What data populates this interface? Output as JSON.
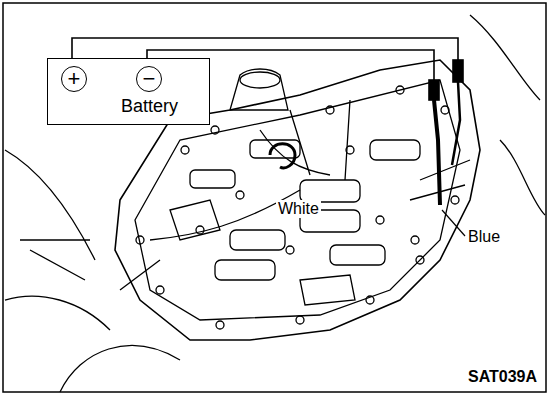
{
  "diagram": {
    "nodes": [
      {
        "text": [
          "Battery"
        ]
      },
      {
        "text": [
          "+"
        ],
        "in": 0
      },
      {
        "text": [
          "−"
        ],
        "in": 0
      }
    ],
    "labels": [
      "White",
      "Blue",
      "SAT039A"
    ]
  }
}
